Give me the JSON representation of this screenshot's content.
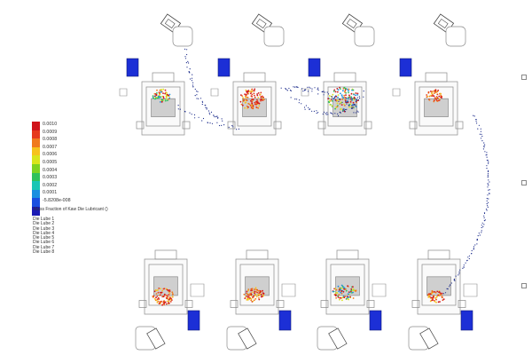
{
  "legend": {
    "title": "Mass Fraction of Kaw Die Lubricant ()",
    "ticks": [
      "0.0010",
      "0.0009",
      "0.0008",
      "0.0007",
      "0.0006",
      "0.0005",
      "0.0004",
      "0.0003",
      "0.0002",
      "0.0001",
      "-5.8208e-008"
    ],
    "colors": [
      "#d0141a",
      "#e63a1c",
      "#f07a1d",
      "#f6c21c",
      "#d9e51c",
      "#7ed321",
      "#2fc25b",
      "#1ac6b5",
      "#1a8fe0",
      "#1a4fe0",
      "#1a1ab4"
    ]
  },
  "series": [
    {
      "label": "Die Lube 1"
    },
    {
      "label": "Die Lube 2"
    },
    {
      "label": "Die Lube 3"
    },
    {
      "label": "Die Lube 4"
    },
    {
      "label": "Die Lube 5"
    },
    {
      "label": "Die Lube 6"
    },
    {
      "label": "Die Lube 7"
    },
    {
      "label": "Die Lube 8"
    }
  ],
  "colors": {
    "outline": "#8a8a8a",
    "housing": "#cfcfcf",
    "nozzle": "#1c2fd6",
    "track_blue": "#1a2a8a"
  },
  "icons": [
    "sprayer-arm-icon",
    "nozzle-block-icon",
    "die-assembly-icon"
  ]
}
